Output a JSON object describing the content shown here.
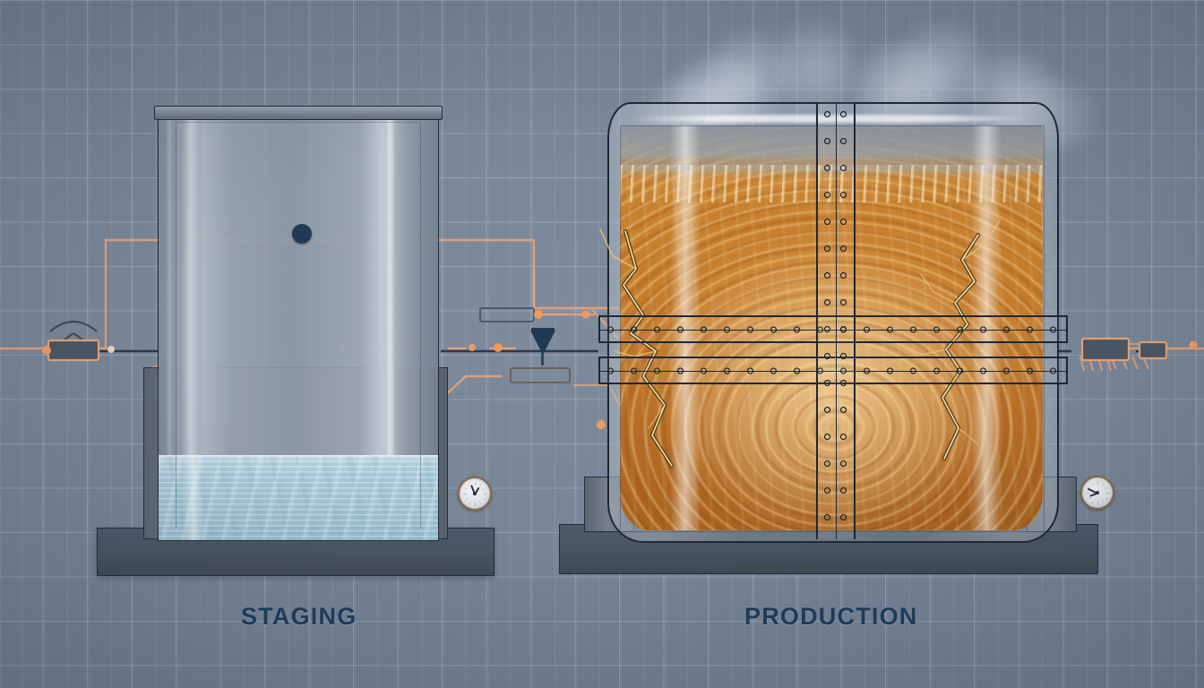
{
  "scene": {
    "title": "Staging and Production Storage Tank Comparison",
    "background_color": "#78879a",
    "grid_color": "#d8e2ee"
  },
  "labels": {
    "staging": "STAGING",
    "production": "PRODUCTION",
    "color": "#1e3b57"
  },
  "staging_tank": {
    "name": "staging-tank",
    "state": "calm",
    "vessel_material": "glass",
    "fill_level_percent": 20,
    "fill_color": "#a7c7d6",
    "fill_label": "water",
    "shell_color": "#8e99a6",
    "base_color": "#48545f",
    "indicator_dot_color": "#1f3a52",
    "gauge": {
      "name": "staging-pressure-gauge",
      "bezel_color": "#8b6a3e",
      "face_color": "#e7eaee",
      "needle_angle_deg": 248,
      "needle2_angle_deg": 300
    }
  },
  "production_tank": {
    "name": "production-tank",
    "state": "overloaded",
    "vessel_material": "riveted steel",
    "fill_level_percent": 88,
    "fill_color": "#c47c2c",
    "fill_label": "hot amber fluid",
    "shell_color": "#b9c3cc",
    "base_color": "#48545f",
    "rivet_color": "#1e2835",
    "crack_color": "#ffe6a8",
    "steam_color": "#dde4ee",
    "rivet_band_count": 2,
    "gauge": {
      "name": "production-pressure-gauge",
      "bezel_color": "#8b6a3e",
      "face_color": "#e7eaee",
      "needle_angle_deg": 205,
      "needle2_angle_deg": 160
    }
  },
  "schematic": {
    "line_color": "#e8a273",
    "pipe_color": "#2b3949",
    "node_color": "#ef9a5e",
    "block_fill": "#4a5663",
    "block_stroke": "#e8a273",
    "valve_color": "#1f3a52"
  }
}
